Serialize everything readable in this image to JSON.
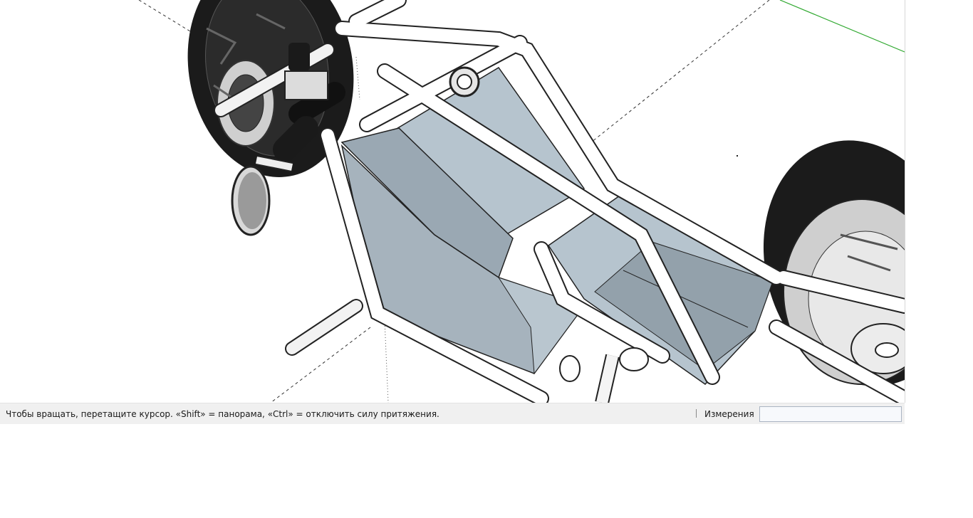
{
  "status_bar": {
    "hint": "Чтобы вращать, перетащите курсор. «Shift» = панорама, «Ctrl» = отключить силу притяжения.",
    "measurements_label": "Измерения",
    "measurements_value": ""
  },
  "viewport": {
    "model": "motorcycle-frame",
    "colors": {
      "panel": "#b4c2cc",
      "panel_dark": "#8f9da8",
      "tire": "#1b1b1b",
      "frame": "#ffffff",
      "axis_green": "#2fa82f",
      "guide": "#333333"
    }
  }
}
